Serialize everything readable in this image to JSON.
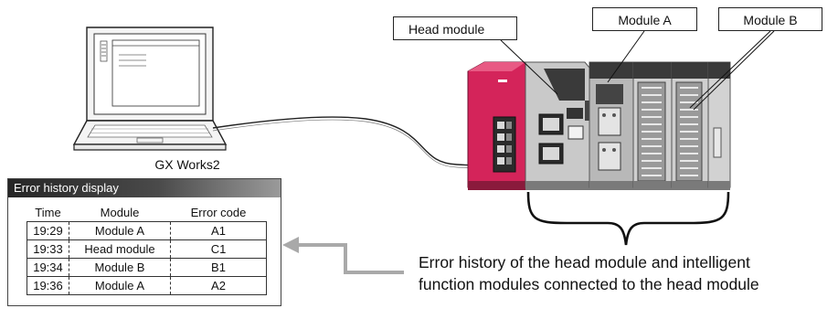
{
  "callouts": {
    "head_module": "Head module",
    "module_a": "Module A",
    "module_b": "Module B"
  },
  "pc_label": "GX Works2",
  "history": {
    "title": "Error history display",
    "columns": [
      "Time",
      "Module",
      "Error code"
    ],
    "rows": [
      [
        "19:29",
        "Module A",
        "A1"
      ],
      [
        "19:33",
        "Head module",
        "C1"
      ],
      [
        "19:34",
        "Module B",
        "B1"
      ],
      [
        "19:36",
        "Module A",
        "A2"
      ]
    ]
  },
  "explanation": {
    "line1": "Error history of the head module and intelligent",
    "line2": "function modules connected to the head module"
  },
  "colors": {
    "power_supply": "#d4245a",
    "history_arrow": "#a9a9a9",
    "module_body": "#c8c8c8"
  }
}
